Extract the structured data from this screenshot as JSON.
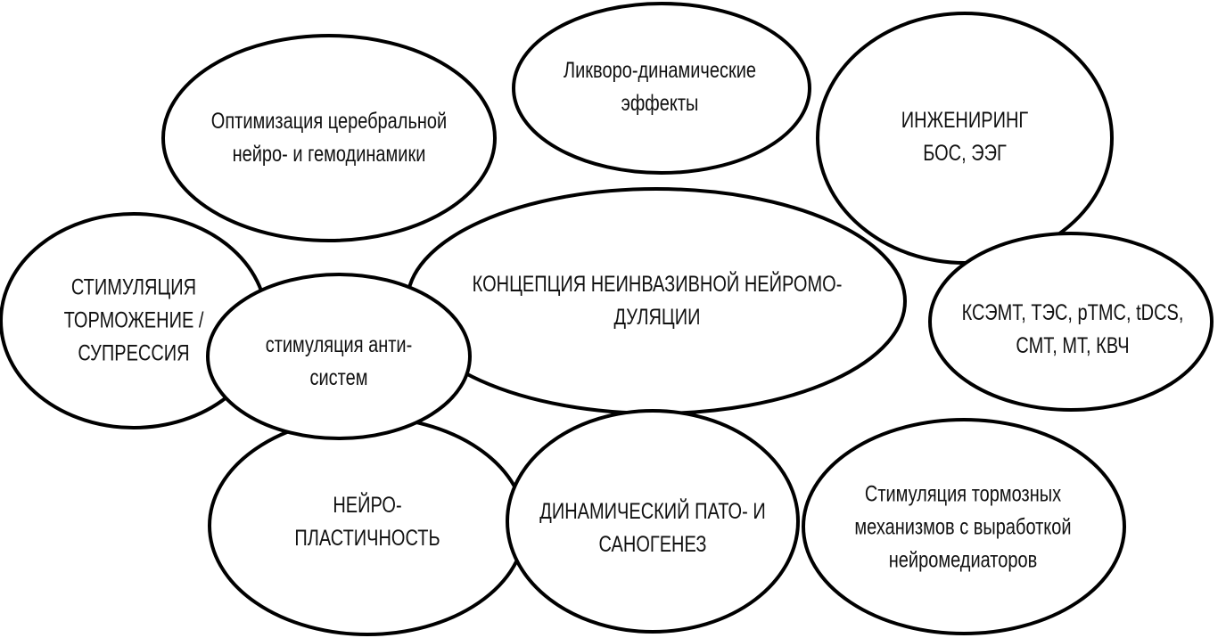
{
  "title": "Концепция неинвазивной нейромодуляции",
  "nodes": {
    "optimization": [
      "Оптимизация церебральной",
      "нейро- и гемодинамики"
    ],
    "liquor": [
      "Ликворо-динамические",
      "эффекты"
    ],
    "engineering": [
      "ИНЖЕНИРИНГ",
      "БОС, ЭЭГ"
    ],
    "stimulation_left": [
      "СТИМУЛЯЦИЯ",
      "ТОРМОЖЕНИЕ /",
      "СУПРЕССИЯ"
    ],
    "anti_systems": [
      "стимуляция анти-",
      "систем"
    ],
    "concept": [
      "КОНЦЕПЦИЯ НЕИНВАЗИВНОЙ НЕЙРОМО-",
      "ДУЛЯЦИИ"
    ],
    "methods": [
      "КСЭМТ, ТЭС, pTMC, tDCS,",
      "СМТ, МТ, КВЧ"
    ],
    "neuroplasticity": [
      "НЕЙРО-",
      "ПЛАСТИЧНОСТЬ"
    ],
    "dynamic": [
      "ДИНАМИЧЕСКИЙ ПАТО- И",
      "САНОГЕНЕЗ"
    ],
    "inhibitory": [
      "Стимуляция тормозных",
      "механизмов с выработкой",
      "нейромедиаторов"
    ]
  }
}
